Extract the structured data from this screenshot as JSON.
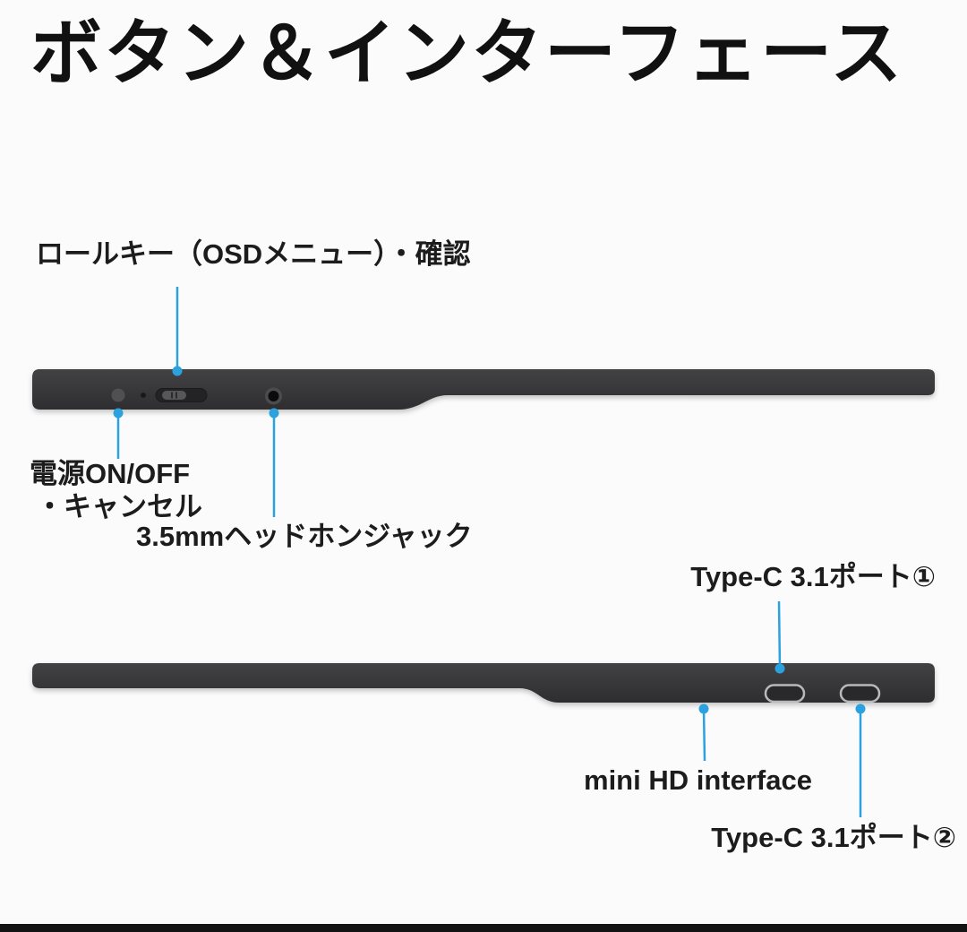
{
  "title": "ボタン＆インターフェース",
  "colors": {
    "accent_blue": "#2ba2de",
    "device_body": "#3a3a3c",
    "text": "#1c1c1c",
    "footer_bar": "#131313"
  },
  "callouts": {
    "roll_key": "ロールキー（OSDメニュー）・確認",
    "power_line1": "電源ON/OFF",
    "power_line2": "・キャンセル",
    "headphone": "3.5mmヘッドホンジャック",
    "type_c_1": "Type-C 3.1ポート①",
    "mini_hd": "mini HD interface",
    "type_c_2": "Type-C 3.1ポート②"
  }
}
